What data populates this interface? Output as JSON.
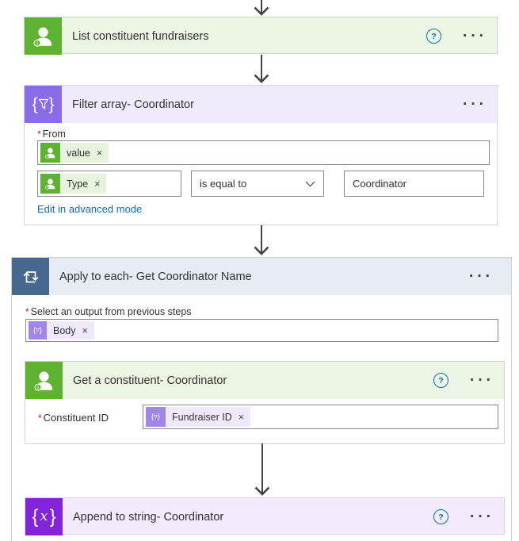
{
  "required_marker": "*",
  "icons": {
    "help": "?",
    "close": "×",
    "ellipsis": "···",
    "brace_left": "{",
    "brace_right": "}",
    "funnel_small": "▿",
    "variable_x": "x"
  },
  "flow": {
    "list_card": {
      "title": "List constituent fundraisers"
    },
    "filter_card": {
      "title": "Filter array- Coordinator",
      "from_label": "From",
      "from_token": "value",
      "condition": {
        "left_token": "Type",
        "operator": "is equal to",
        "right_value": "Coordinator"
      },
      "advanced_link": "Edit in advanced mode"
    },
    "apply_card": {
      "title": "Apply to each- Get Coordinator Name",
      "output_label": "Select an output from previous steps",
      "output_token": "Body"
    },
    "get_card": {
      "title": "Get a constituent- Coordinator",
      "field_label": "Constituent ID",
      "field_token": "Fundraiser ID"
    },
    "append_card": {
      "title": "Append to string- Coordinator"
    }
  },
  "colors": {
    "connector_green": "#5eb232",
    "green_header_bg": "#ecf4e3",
    "filter_purple": "#8a6be8",
    "purple_header_bg": "#f0ebfb",
    "loop_blue": "#47688e",
    "loop_header_bg": "#e7ecf3",
    "variable_purple": "#8324db",
    "variable_header_bg": "#f3eafb",
    "token_icon_purple": "#9f86e8",
    "link_blue": "#0f6cbd",
    "arrow_gray": "#454341"
  }
}
